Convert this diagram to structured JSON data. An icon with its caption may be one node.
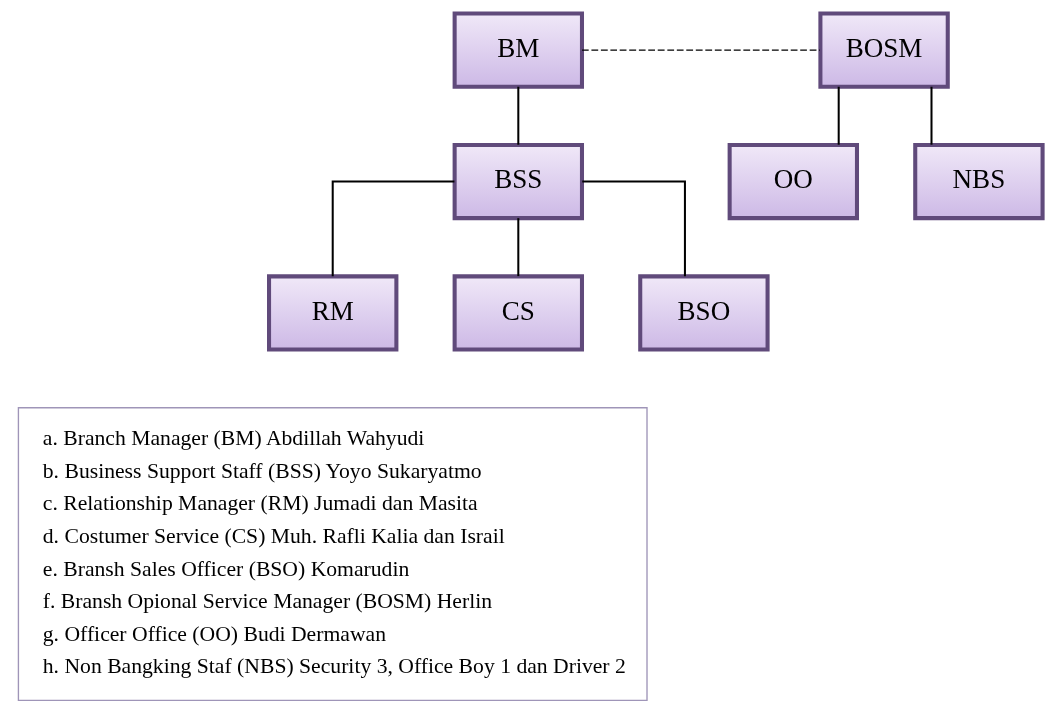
{
  "diagram": {
    "nodes": [
      {
        "text": [
          "BM"
        ]
      },
      {
        "text": [
          "BOSM"
        ]
      },
      {
        "text": [
          "BSS"
        ]
      },
      {
        "text": [
          "RM"
        ]
      },
      {
        "text": [
          "CS"
        ]
      },
      {
        "text": [
          "BSO"
        ]
      },
      {
        "text": [
          "OO"
        ]
      },
      {
        "text": [
          "NBS"
        ]
      },
      {
        "text": [
          "a. Branch Manager (BM) Abdillah Wahyudi",
          "b. Business Support Staff (BSS) Yoyo Sukaryatmo",
          "c. Relationship Manager (RM) Jumadi dan Masita",
          "d. Costumer Service (CS) Muh. Rafli Kalia dan Israil",
          "e. Bransh Sales Officer (BSO) Komarudin",
          "f. Bransh Opional Service Manager (BOSM) Herlin",
          "g. Officer Office (OO) Budi Dermawan",
          "h. Non Bangking Staf (NBS) Security 3, Office Boy 1 dan Driver 2"
        ]
      }
    ],
    "edges": [
      {
        "from": 0,
        "to": 1,
        "arrow": "none",
        "style": "dashed"
      },
      {
        "from": 0,
        "to": 2,
        "arrow": "none"
      },
      {
        "from": 2,
        "to": 3,
        "arrow": "none"
      },
      {
        "from": 2,
        "to": 4,
        "arrow": "none"
      },
      {
        "from": 2,
        "to": 5,
        "arrow": "none"
      },
      {
        "from": 1,
        "to": 6,
        "arrow": "none"
      },
      {
        "from": 1,
        "to": 7,
        "arrow": "none"
      }
    ]
  }
}
